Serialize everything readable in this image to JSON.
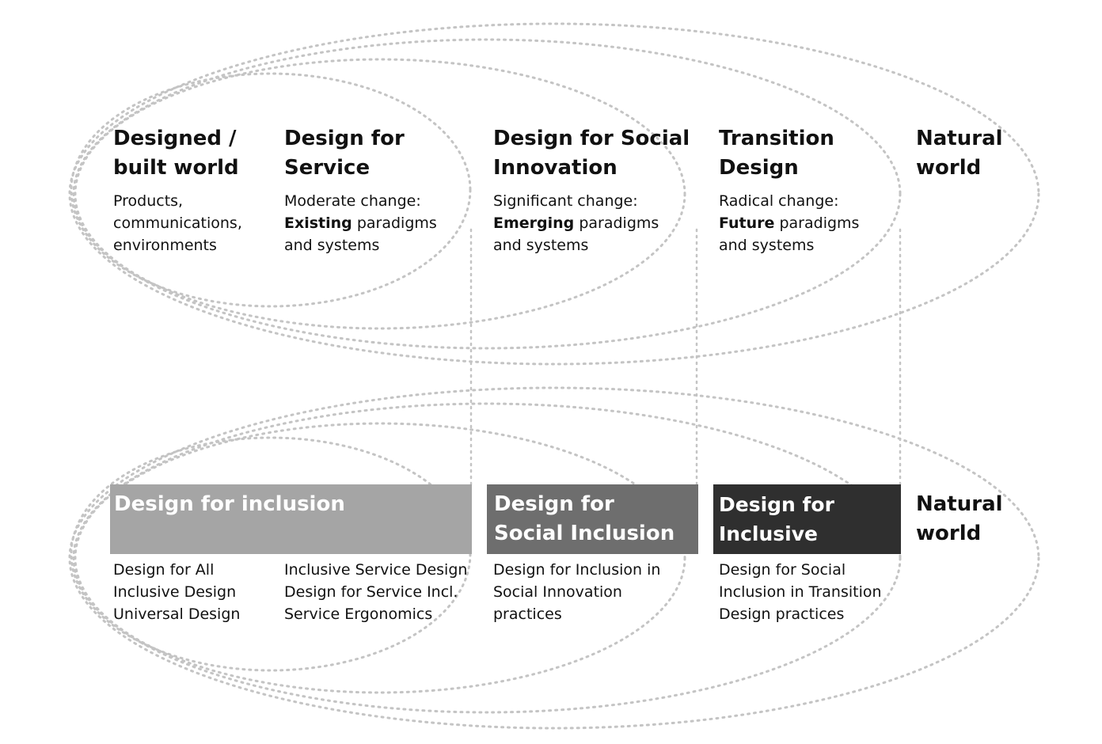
{
  "colors": {
    "dotted_line": "#c4c4c4",
    "band_inclusion": "#a5a5a5",
    "band_social_inclusion": "#6e6e6e",
    "band_inclusive_attitude": "#2f2f2f"
  },
  "top_row": {
    "col1": {
      "title": "Designed /\nbuilt world",
      "lines": [
        {
          "text": "Products,"
        },
        {
          "text": "communications,"
        },
        {
          "text": "environments"
        }
      ]
    },
    "col2": {
      "title": "Design for\nService",
      "line1": "Moderate change:",
      "bold": "Existing",
      "rest": " paradigms",
      "line3": "and systems"
    },
    "col3": {
      "title": "Design for Social\nInnovation",
      "line1": "Significant change:",
      "bold": "Emerging",
      "rest": " paradigms",
      "line3": "and systems"
    },
    "col4": {
      "title": "Transition\nDesign",
      "line1": "Radical change:",
      "bold": "Future",
      "rest": " paradigms",
      "line3": "and systems"
    },
    "col5": {
      "title": "Natural\nworld"
    }
  },
  "bottom_row": {
    "band1": {
      "title": "Design for inclusion"
    },
    "band2": {
      "title": "Design for\nSocial Inclusion"
    },
    "band3": {
      "title": "Design for\nInclusive Attitude"
    },
    "natural": {
      "title": "Natural\nworld"
    },
    "list1": [
      "Design for All",
      "Inclusive Design",
      "Universal Design"
    ],
    "list2": [
      "Inclusive Service Design",
      "Design for Service Incl.",
      "Service Ergonomics"
    ],
    "list3": [
      "Design for Inclusion in",
      "Social Innovation",
      "practices"
    ],
    "list4": [
      "Design for Social",
      "Inclusion in Transition",
      "Design practices"
    ]
  }
}
